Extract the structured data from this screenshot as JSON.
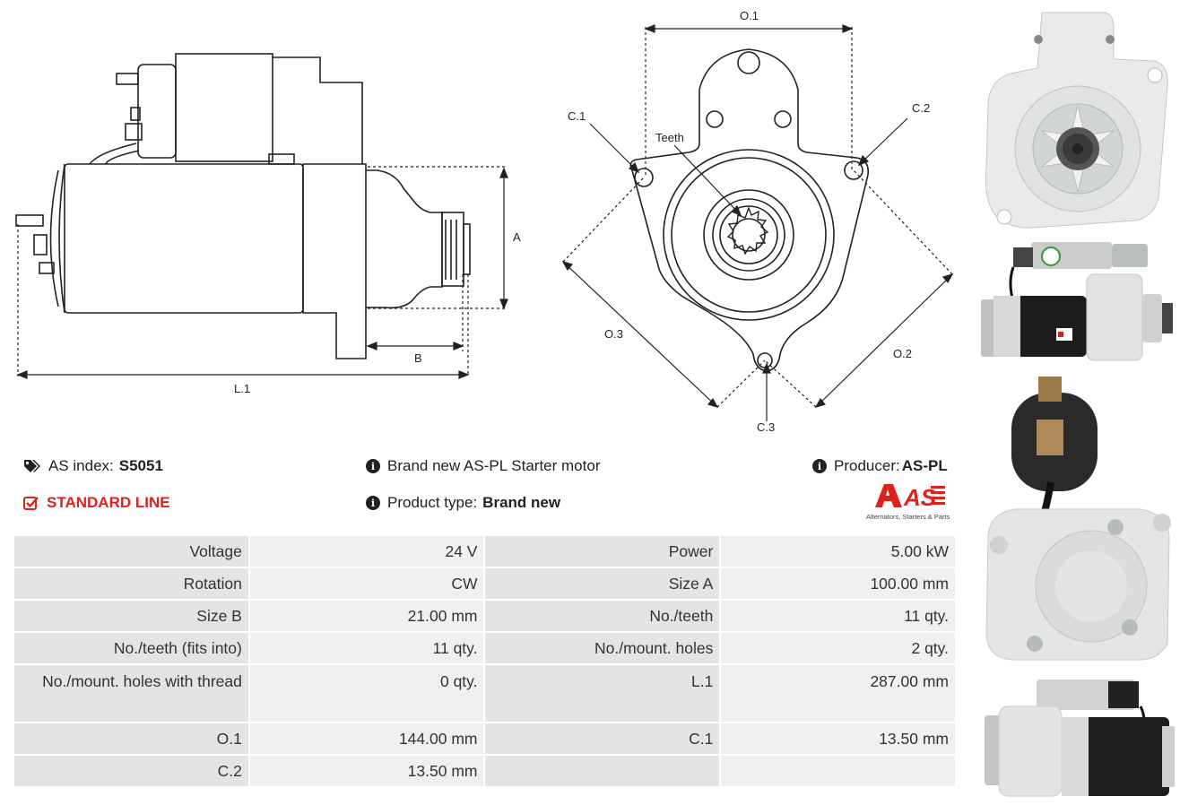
{
  "diagram": {
    "labels": {
      "o1": "O.1",
      "o2": "O.2",
      "o3": "O.3",
      "c1": "C.1",
      "c2": "C.2",
      "c3": "C.3",
      "teeth": "Teeth",
      "a": "A",
      "b": "B",
      "l1": "L.1"
    }
  },
  "info": {
    "as_index_label": "AS index:",
    "as_index_value": "S5051",
    "description": "Brand new AS-PL Starter motor",
    "producer_label": "Producer:",
    "producer_value": "AS-PL",
    "line": "STANDARD LINE",
    "product_type_label": "Product type:",
    "product_type_value": "Brand new"
  },
  "logo": {
    "text": "AS",
    "tagline": "Alternators, Starters & Parts",
    "color": "#e0201c"
  },
  "specs": [
    [
      "Voltage",
      "24 V",
      "Power",
      "5.00 kW"
    ],
    [
      "Rotation",
      "CW",
      "Size A",
      "100.00 mm"
    ],
    [
      "Size B",
      "21.00 mm",
      "No./teeth",
      "11 qty."
    ],
    [
      "No./teeth (fits into)",
      "11 qty.",
      "No./mount. holes",
      "2 qty."
    ],
    [
      "No./mount. holes with thread",
      "0 qty.",
      "L.1",
      "287.00 mm"
    ],
    [
      "O.1",
      "144.00 mm",
      "C.1",
      "13.50 mm"
    ],
    [
      "C.2",
      "13.50 mm",
      "",
      ""
    ]
  ],
  "icons": {
    "tag": "tag-icon",
    "info": "info-icon",
    "check": "checkbox-icon"
  },
  "colors": {
    "accent": "#e0201c",
    "label_cell": "#e4e4e4",
    "value_cell": "#f0f0f0"
  }
}
